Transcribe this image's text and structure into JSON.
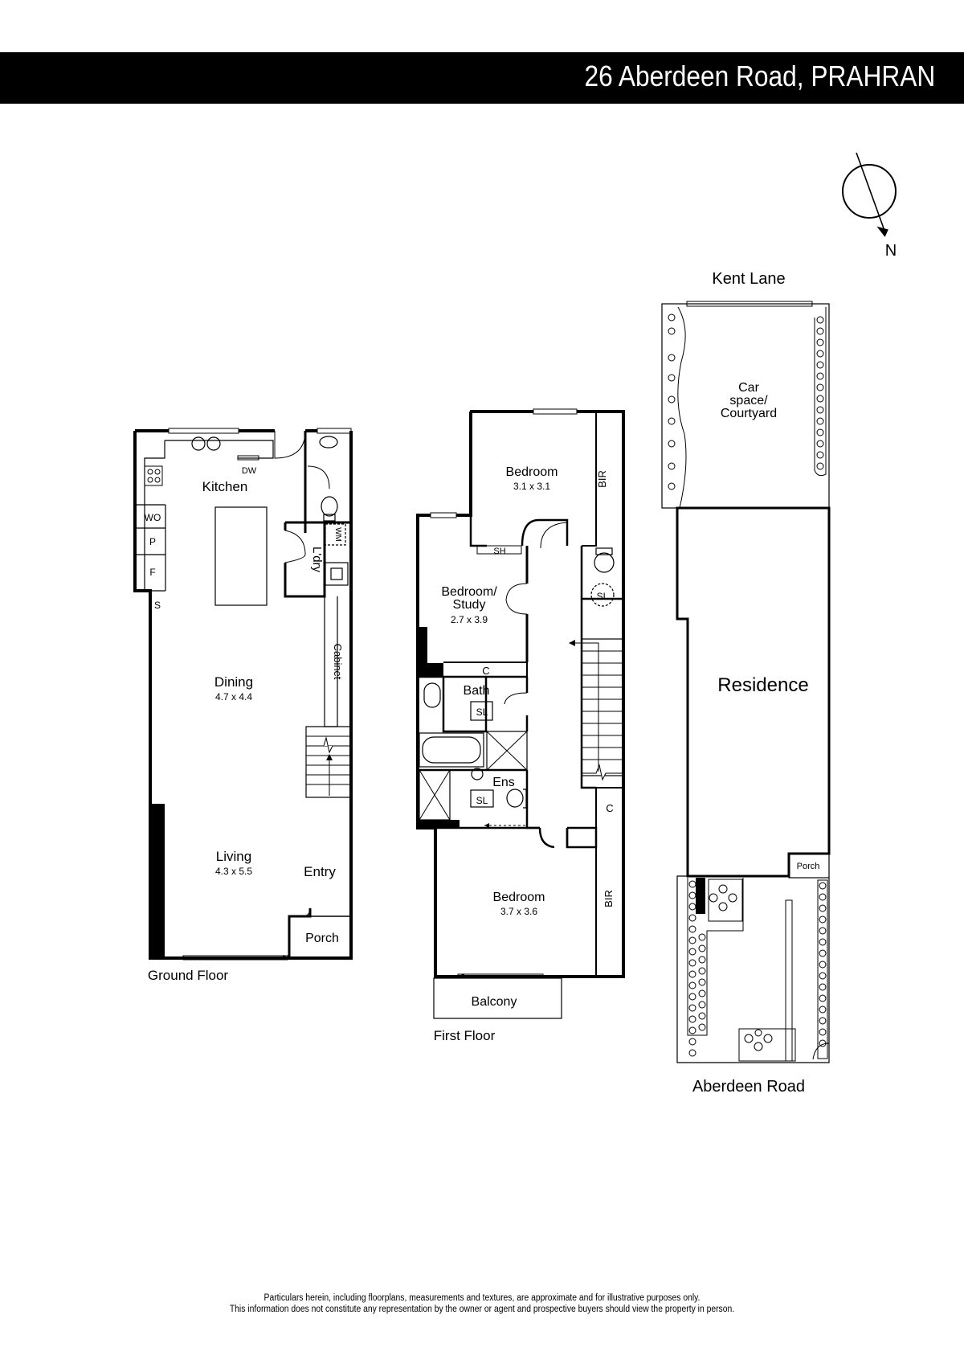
{
  "header": {
    "address": "26 Aberdeen Road, PRAHRAN"
  },
  "compass": {
    "label": "N"
  },
  "ground_floor": {
    "title": "Ground Floor",
    "kitchen": "Kitchen",
    "dw": "DW",
    "wo": "WO",
    "p": "P",
    "f": "F",
    "s": "S",
    "laundry": "L'dry",
    "wm": "WM",
    "cabinet": "Cabinet",
    "dining": "Dining",
    "dining_dim": "4.7 x 4.4",
    "living": "Living",
    "living_dim": "4.3 x 5.5",
    "entry": "Entry",
    "porch": "Porch"
  },
  "first_floor": {
    "title": "First Floor",
    "bedroom1": "Bedroom",
    "bedroom1_dim": "3.1 x 3.1",
    "bir1": "BIR",
    "sh": "SH",
    "study": "Bedroom/",
    "study2": "Study",
    "study_dim": "2.7 x 3.9",
    "sl_top": "SL",
    "c1": "C",
    "bath": "Bath",
    "bath_sl": "SL",
    "ens": "Ens",
    "ens_sl": "SL",
    "c2": "C",
    "bedroom2": "Bedroom",
    "bedroom2_dim": "3.7 x 3.6",
    "bir2": "BIR",
    "balcony": "Balcony"
  },
  "site": {
    "kent_lane": "Kent Lane",
    "car1": "Car",
    "car2": "space/",
    "car3": "Courtyard",
    "residence": "Residence",
    "porch": "Porch",
    "aberdeen": "Aberdeen Road"
  },
  "disclaimer": {
    "line1": "Particulars herein, including floorplans, measurements and textures, are approximate and for illustrative purposes only.",
    "line2": "This information does not constitute any representation by the owner or agent and prospective buyers should view the property in person."
  }
}
